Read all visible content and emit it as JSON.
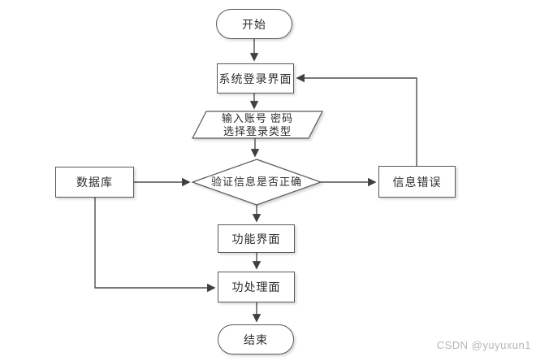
{
  "diagram": {
    "type": "flowchart",
    "background_color": "#ffffff",
    "stroke_color": "#595959",
    "text_color": "#2d2d2d",
    "arrow_color": "#404040",
    "nodes": {
      "start": {
        "shape": "terminator",
        "label": "开始"
      },
      "login": {
        "shape": "rectangle",
        "label": "系统登录界面"
      },
      "input": {
        "shape": "parallelogram",
        "lines": [
          "输入账号 密码",
          "选择登录类型"
        ]
      },
      "verify": {
        "shape": "diamond",
        "label": "验证信息是否正确"
      },
      "database": {
        "shape": "rectangle",
        "label": "数据库"
      },
      "error": {
        "shape": "rectangle",
        "label": "信息错误"
      },
      "function": {
        "shape": "rectangle",
        "label": "功能界面"
      },
      "process": {
        "shape": "rectangle",
        "label": "功处理面"
      },
      "end": {
        "shape": "terminator",
        "label": "结束"
      }
    },
    "edges": [
      {
        "from": "start",
        "to": "login"
      },
      {
        "from": "login",
        "to": "input"
      },
      {
        "from": "input",
        "to": "verify"
      },
      {
        "from": "database",
        "to": "verify"
      },
      {
        "from": "verify",
        "to": "error"
      },
      {
        "from": "error",
        "to": "login"
      },
      {
        "from": "verify",
        "to": "function"
      },
      {
        "from": "function",
        "to": "process"
      },
      {
        "from": "database",
        "to": "process"
      },
      {
        "from": "process",
        "to": "end"
      }
    ]
  },
  "watermark": {
    "text": "CSDN @yuyuxun1",
    "color": "#b5b5b5"
  }
}
